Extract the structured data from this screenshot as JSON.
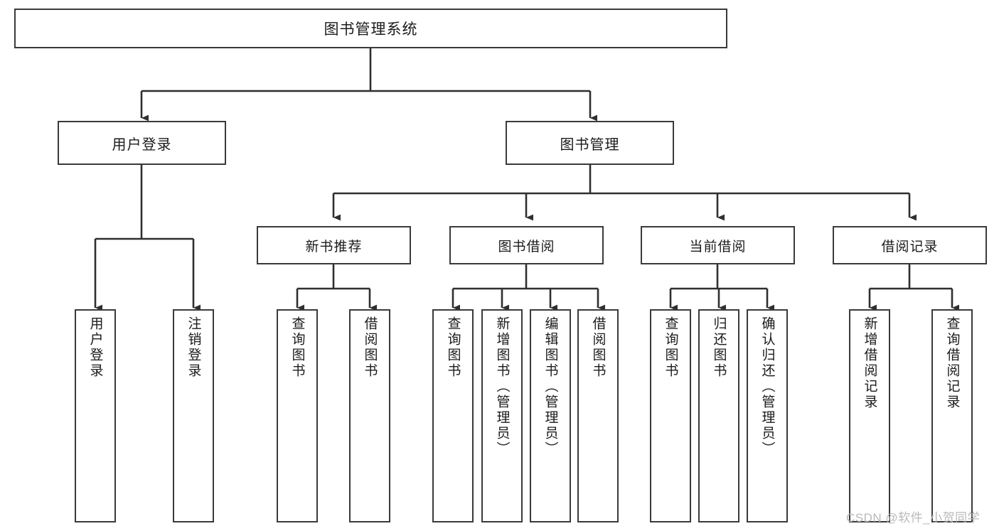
{
  "diagram": {
    "title": "图书管理系统",
    "type": "hierarchy-tree",
    "watermark": "CSDN @软件_小贺同学",
    "colors": {
      "box_border": "#3a3a3a",
      "box_fill": "#ffffff",
      "connector": "#2f2f2f",
      "text": "#1b1b1b",
      "watermark": "#b9b9b9",
      "background": "#ffffff"
    },
    "root": {
      "label": "图书管理系统"
    },
    "level2": [
      {
        "label": "用户登录"
      },
      {
        "label": "图书管理"
      }
    ],
    "level3": [
      {
        "label": "新书推荐"
      },
      {
        "label": "图书借阅"
      },
      {
        "label": "当前借阅"
      },
      {
        "label": "借阅记录"
      }
    ],
    "leaves": {
      "user_login": [
        {
          "label": "用户登录"
        },
        {
          "label": "注销登录"
        }
      ],
      "new_book_recommend": [
        {
          "label": "查询图书"
        },
        {
          "label": "借阅图书"
        }
      ],
      "book_borrow": [
        {
          "label": "查询图书"
        },
        {
          "label": "新增图书（管理员）"
        },
        {
          "label": "编辑图书（管理员）"
        },
        {
          "label": "借阅图书"
        }
      ],
      "current_borrow": [
        {
          "label": "查询图书"
        },
        {
          "label": "归还图书"
        },
        {
          "label": "确认归还（管理员）"
        }
      ],
      "borrow_record": [
        {
          "label": "新增借阅记录"
        },
        {
          "label": "查询借阅记录"
        }
      ]
    }
  }
}
